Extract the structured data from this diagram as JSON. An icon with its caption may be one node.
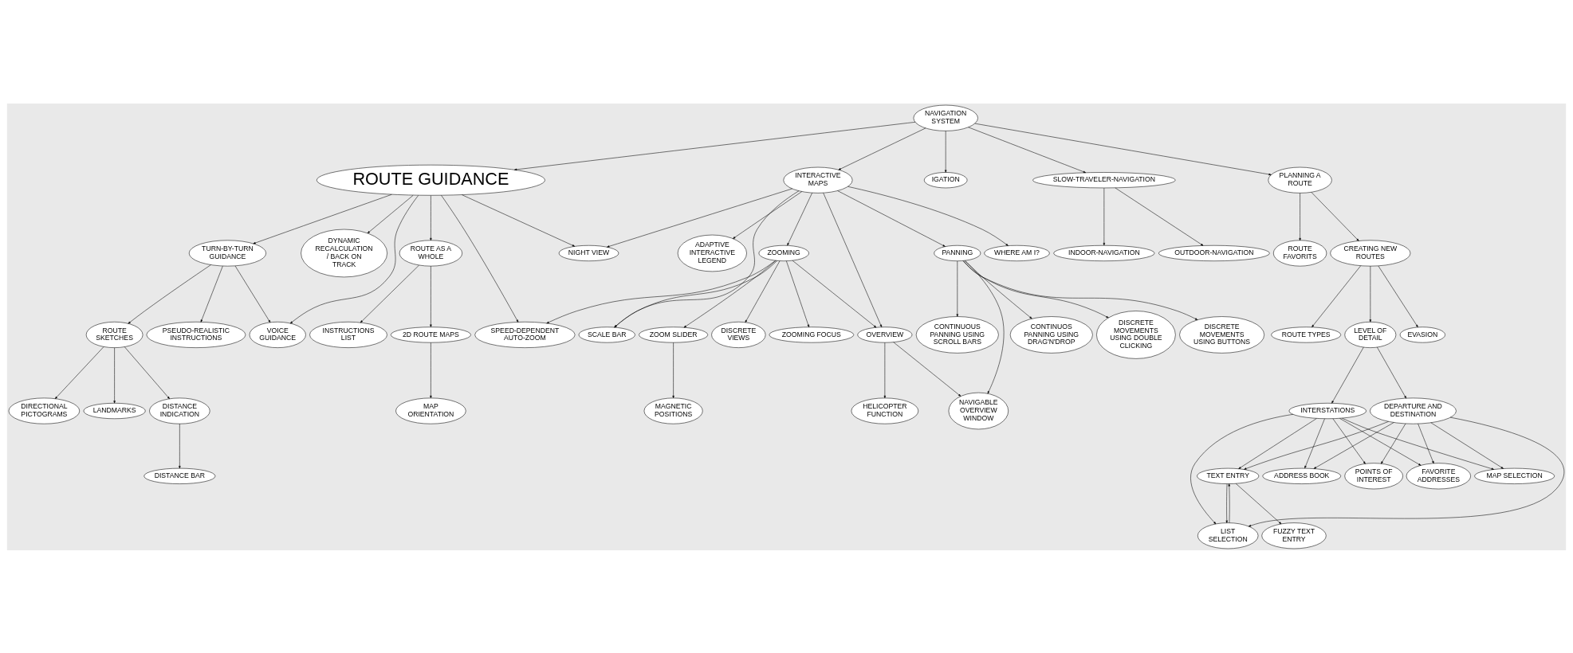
{
  "diagram": {
    "nodes": [
      {
        "text": [
          "NAVIGATION SYSTEM"
        ]
      },
      {
        "text": [
          "ROUTE GUIDANCE"
        ]
      },
      {
        "text": [
          "IGATION"
        ]
      },
      {
        "text": [
          "SLOW-TRAVELER-NAVIGATION"
        ]
      },
      {
        "text": [
          "INDOOR-NAVIGATION"
        ]
      },
      {
        "text": [
          "OUTDOOR-NAVIGATION"
        ]
      },
      {
        "text": [
          "INTERACTIVE MAPS"
        ]
      },
      {
        "text": [
          "PLANNING A ROUTE"
        ]
      },
      {
        "text": [
          "ROUTE FAVORITS"
        ]
      },
      {
        "text": [
          "CREATING NEW ROUTES"
        ]
      },
      {
        "text": [
          "ROUTE AS A WHOLE"
        ]
      },
      {
        "text": [
          "DYNAMIC RECALCULATION / BACK ON TRACK"
        ]
      },
      {
        "text": [
          "TURN-BY-TURN GUIDANCE"
        ]
      },
      {
        "text": [
          "NIGHT VIEW"
        ]
      },
      {
        "text": [
          "ZOOMING"
        ]
      },
      {
        "text": [
          "SCALE BAR"
        ]
      },
      {
        "text": [
          "WHERE AM I?"
        ]
      },
      {
        "text": [
          "OVERVIEW"
        ]
      },
      {
        "text": [
          "PANNING"
        ]
      },
      {
        "text": [
          "ADAPTIVE INTERACTIVE LEGEND"
        ]
      },
      {
        "text": [
          "ROUTE TYPES"
        ]
      },
      {
        "text": [
          "LEVEL OF DETAIL"
        ]
      },
      {
        "text": [
          "EVASION"
        ]
      },
      {
        "text": [
          "INSTRUCTIONS LIST"
        ]
      },
      {
        "text": [
          "2D ROUTE MAPS"
        ]
      },
      {
        "text": [
          "PSEUDO-REALISTIC INSTRUCTIONS"
        ]
      },
      {
        "text": [
          "ROUTE SKETCHES"
        ]
      },
      {
        "text": [
          "VOICE GUIDANCE"
        ]
      },
      {
        "text": [
          "SPEED-DEPENDENT AUTO-ZOOM"
        ]
      },
      {
        "text": [
          "DISCRETE VIEWS"
        ]
      },
      {
        "text": [
          "ZOOM SLIDER"
        ]
      },
      {
        "text": [
          "ZOOMING FOCUS"
        ]
      },
      {
        "text": [
          "HELICOPTER FUNCTION"
        ]
      },
      {
        "text": [
          "NAVIGABLE OVERVIEW WINDOW"
        ]
      },
      {
        "text": [
          "DISCRETE MOVEMENTS USING DOUBLE CLICKING"
        ]
      },
      {
        "text": [
          "DISCRETE MOVEMENTS USING BUTTONS"
        ]
      },
      {
        "text": [
          "CONTINUOUS PANNING USING SCROLL BARS"
        ]
      },
      {
        "text": [
          "CONTINUOS PANNING USING DRAG'N'DROP"
        ]
      },
      {
        "text": [
          "DEPARTURE AND DESTINATION"
        ]
      },
      {
        "text": [
          "INTERSTATIONS"
        ]
      },
      {
        "text": [
          "MAP ORIENTATION"
        ]
      },
      {
        "text": [
          "DISTANCE INDICATION"
        ]
      },
      {
        "text": [
          "DIRECTIONAL PICTOGRAMS"
        ]
      },
      {
        "text": [
          "LANDMARKS"
        ]
      },
      {
        "text": [
          "MAGNETIC POSITIONS"
        ]
      },
      {
        "text": [
          "TEXT ENTRY"
        ]
      },
      {
        "text": [
          "LIST SELECTION"
        ]
      },
      {
        "text": [
          "ADDRESS BOOK"
        ]
      },
      {
        "text": [
          "FAVORITE ADDRESSES"
        ]
      },
      {
        "text": [
          "MAP SELECTION"
        ]
      },
      {
        "text": [
          "POINTS OF INTEREST"
        ]
      },
      {
        "text": [
          "DISTANCE BAR"
        ]
      },
      {
        "text": [
          "FUZZY TEXT ENTRY"
        ]
      }
    ],
    "edges": [
      {
        "from": 0,
        "to": 7,
        "arrow": "to"
      },
      {
        "from": 0,
        "to": 1,
        "arrow": "to"
      },
      {
        "from": 0,
        "to": 2,
        "arrow": "to"
      },
      {
        "from": 0,
        "to": 3,
        "arrow": "to"
      },
      {
        "from": 0,
        "to": 6,
        "arrow": "to"
      },
      {
        "from": 3,
        "to": 4,
        "arrow": "to"
      },
      {
        "from": 3,
        "to": 5,
        "arrow": "to"
      },
      {
        "from": 7,
        "to": 8,
        "arrow": "to"
      },
      {
        "from": 7,
        "to": 9,
        "arrow": "to"
      },
      {
        "from": 1,
        "to": 10,
        "arrow": "to"
      },
      {
        "from": 1,
        "to": 11,
        "arrow": "to"
      },
      {
        "from": 1,
        "to": 12,
        "arrow": "to"
      },
      {
        "from": 1,
        "to": 27,
        "arrow": "to"
      },
      {
        "from": 1,
        "to": 28,
        "arrow": "to"
      },
      {
        "from": 1,
        "to": 13,
        "arrow": "to"
      },
      {
        "from": 6,
        "to": 13,
        "arrow": "to"
      },
      {
        "from": 6,
        "to": 14,
        "arrow": "to"
      },
      {
        "from": 6,
        "to": 15,
        "arrow": "to"
      },
      {
        "from": 6,
        "to": 16,
        "arrow": "to"
      },
      {
        "from": 6,
        "to": 17,
        "arrow": "to"
      },
      {
        "from": 6,
        "to": 18,
        "arrow": "to"
      },
      {
        "from": 6,
        "to": 19,
        "arrow": "to"
      },
      {
        "from": 14,
        "to": 15,
        "arrow": "to"
      },
      {
        "from": 14,
        "to": 17,
        "arrow": "to"
      },
      {
        "from": 9,
        "to": 20,
        "arrow": "to"
      },
      {
        "from": 9,
        "to": 21,
        "arrow": "to"
      },
      {
        "from": 9,
        "to": 22,
        "arrow": "to"
      },
      {
        "from": 10,
        "to": 23,
        "arrow": "to"
      },
      {
        "from": 10,
        "to": 24,
        "arrow": "to"
      },
      {
        "from": 12,
        "to": 25,
        "arrow": "to"
      },
      {
        "from": 12,
        "to": 26,
        "arrow": "to"
      },
      {
        "from": 12,
        "to": 27,
        "arrow": "to"
      },
      {
        "from": 14,
        "to": 28,
        "arrow": "to"
      },
      {
        "from": 14,
        "to": 29,
        "arrow": "to"
      },
      {
        "from": 14,
        "to": 30,
        "arrow": "to"
      },
      {
        "from": 14,
        "to": 31,
        "arrow": "to"
      },
      {
        "from": 17,
        "to": 32,
        "arrow": "to"
      },
      {
        "from": 17,
        "to": 33,
        "arrow": "to"
      },
      {
        "from": 18,
        "to": 33,
        "arrow": "to"
      },
      {
        "from": 18,
        "to": 34,
        "arrow": "to"
      },
      {
        "from": 18,
        "to": 35,
        "arrow": "to"
      },
      {
        "from": 18,
        "to": 36,
        "arrow": "to"
      },
      {
        "from": 18,
        "to": 37,
        "arrow": "to"
      },
      {
        "from": 21,
        "to": 38,
        "arrow": "to"
      },
      {
        "from": 21,
        "to": 39,
        "arrow": "to"
      },
      {
        "from": 24,
        "to": 40,
        "arrow": "to"
      },
      {
        "from": 26,
        "to": 41,
        "arrow": "to"
      },
      {
        "from": 26,
        "to": 42,
        "arrow": "to"
      },
      {
        "from": 26,
        "to": 43,
        "arrow": "to"
      },
      {
        "from": 30,
        "to": 44,
        "arrow": "to"
      },
      {
        "from": 38,
        "to": 45,
        "arrow": "to"
      },
      {
        "from": 38,
        "to": 46,
        "arrow": "to"
      },
      {
        "from": 38,
        "to": 47,
        "arrow": "to"
      },
      {
        "from": 38,
        "to": 48,
        "arrow": "to"
      },
      {
        "from": 38,
        "to": 49,
        "arrow": "to"
      },
      {
        "from": 38,
        "to": 50,
        "arrow": "to"
      },
      {
        "from": 39,
        "to": 45,
        "arrow": "to"
      },
      {
        "from": 39,
        "to": 46,
        "arrow": "to"
      },
      {
        "from": 39,
        "to": 47,
        "arrow": "to"
      },
      {
        "from": 39,
        "to": 48,
        "arrow": "to"
      },
      {
        "from": 39,
        "to": 49,
        "arrow": "to"
      },
      {
        "from": 39,
        "to": 50,
        "arrow": "to"
      },
      {
        "from": 45,
        "to": 46,
        "arrow": "to"
      },
      {
        "from": 46,
        "to": 45,
        "arrow": "to"
      },
      {
        "from": 41,
        "to": 51,
        "arrow": "to"
      },
      {
        "from": 45,
        "to": 52,
        "arrow": "to"
      }
    ]
  }
}
